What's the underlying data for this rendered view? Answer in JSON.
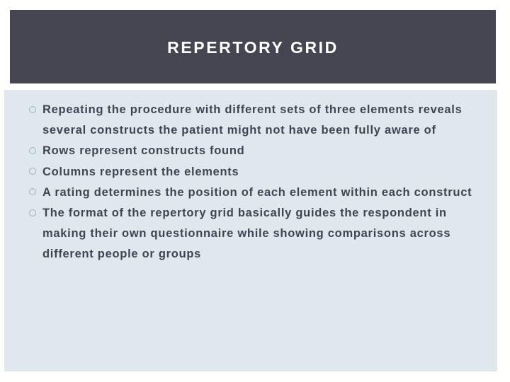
{
  "slide": {
    "title": "REPERTORY GRID",
    "colors": {
      "title_band": "#464653",
      "title_text": "#FFFFFF",
      "body_panel": "#DEE8ED",
      "body_text": "#3F4552",
      "bullet_marker": "#9FB0BD",
      "page_background": "#FFFFFE"
    },
    "bullets": [
      {
        "marker": "hollow-circle-bullet-icon",
        "text": "Repeating the procedure with different sets of three elements reveals several constructs the patient might not have been fully aware of"
      },
      {
        "marker": "hollow-circle-bullet-icon",
        "text": "Rows represent constructs found"
      },
      {
        "marker": "hollow-circle-bullet-icon",
        "text": "Columns represent the elements"
      },
      {
        "marker": "hollow-circle-bullet-icon",
        "text": "A rating determines the position of each element within each construct"
      },
      {
        "marker": "hollow-circle-bullet-icon",
        "text": "The format of the repertory grid basically guides the respondent in making their own questionnaire while showing comparisons across different people or groups"
      }
    ]
  }
}
